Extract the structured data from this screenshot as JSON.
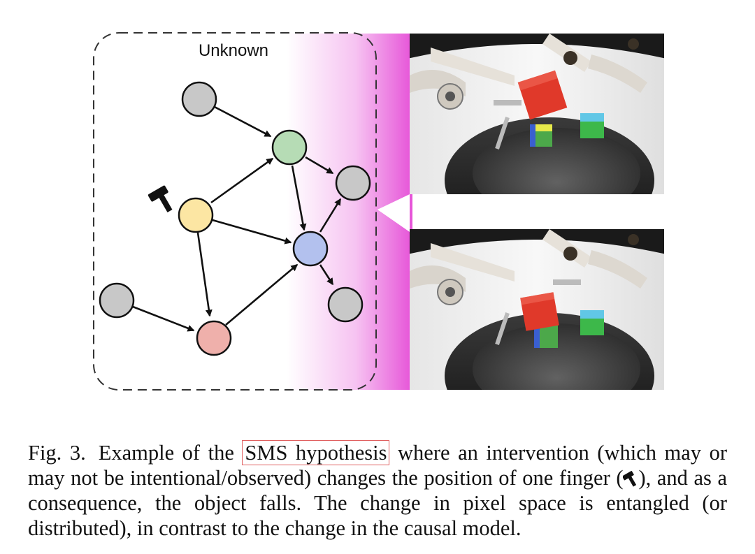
{
  "figure": {
    "graph_title": "Unknown",
    "node_colors": {
      "gray": "#c8c8c8",
      "green": "#b6dcb5",
      "yellow": "#fce6a3",
      "blue": "#b3c1ee",
      "red": "#efb0ab"
    },
    "intervention_icon": "hammer-icon",
    "highlight_color": "#e653d8",
    "images": [
      "robot-scene-before",
      "robot-scene-after"
    ]
  },
  "caption": {
    "label": "Fig. 3.",
    "part1": "Example of the ",
    "link": "SMS hypothesis",
    "part2": " where an intervention (which may or may not be intentional/observed) changes the position of one finger (",
    "part3": "), and as a consequence, the object falls. The change in pixel space is entangled (or distributed), in contrast to the change in the causal model."
  }
}
